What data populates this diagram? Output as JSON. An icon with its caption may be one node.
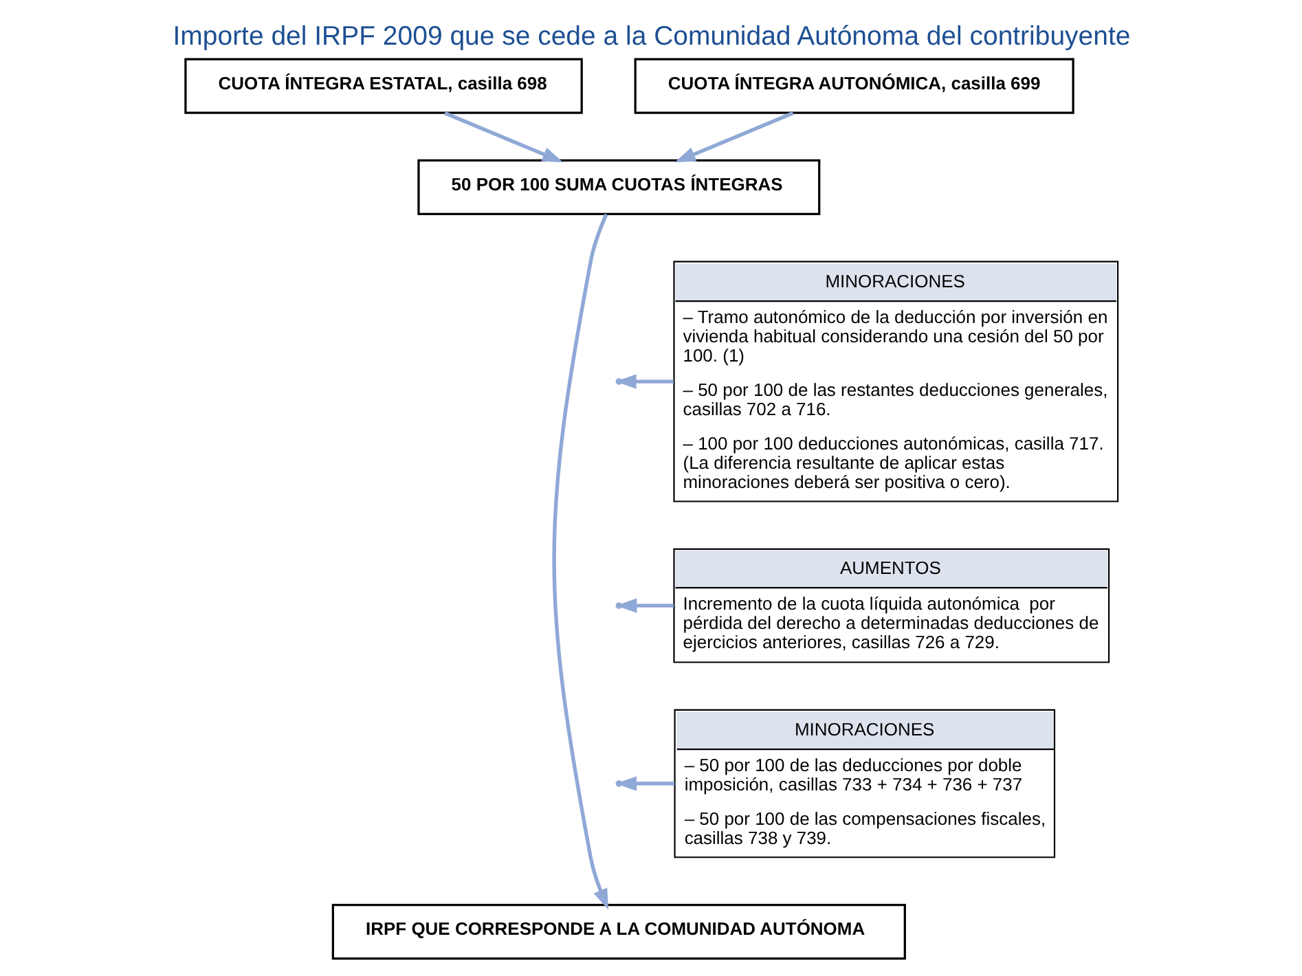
{
  "diagram": {
    "title": "Importe del IRPF 2009 que se cede a la Comunidad Autónoma del contribuyente",
    "nodes": [
      {
        "text": [
          "CUOTA ÍNTEGRA ESTATAL, casilla 698"
        ]
      },
      {
        "text": [
          "CUOTA ÍNTEGRA AUTONÓMICA, casilla 699"
        ]
      },
      {
        "text": [
          "50 POR 100 SUMA CUOTAS ÍNTEGRAS"
        ]
      },
      {
        "text": [
          "MINORACIONES",
          "– Tramo autonómico de la deducción por inversión en vivienda habitual considerando una cesión del 50 por 100. (1)",
          "– 50 por 100 de las restantes deducciones generales, casillas 702 a 716.",
          "– 100 por 100 deducciones autonómicas, casilla 717. (La diferencia resultante de aplicar estas minoraciones deberá ser positiva o cero)."
        ]
      },
      {
        "text": [
          "AUMENTOS",
          "Incremento de la cuota líquida autonómica  por pérdida del derecho a determinadas deducciones de ejercicios anteriores, casillas 726 a 729."
        ]
      },
      {
        "text": [
          "MINORACIONES",
          "– 50 por 100 de las deducciones por doble imposición, casillas 733 + 734 + 736 + 737",
          "– 50 por 100 de las compensaciones fiscales, casillas 738 y 739."
        ]
      },
      {
        "text": [
          "IRPF QUE CORRESPONDE A LA COMUNIDAD AUTÓNOMA"
        ]
      }
    ],
    "edges": [
      {
        "from": 0,
        "to": 2,
        "arrow": "to"
      },
      {
        "from": 1,
        "to": 2,
        "arrow": "to"
      },
      {
        "from": 2,
        "to": 6,
        "arrow": "to"
      },
      {
        "from": 3,
        "to": null,
        "arrow": "to"
      },
      {
        "from": 4,
        "to": null,
        "arrow": "to"
      },
      {
        "from": 5,
        "to": null,
        "arrow": "to"
      }
    ]
  }
}
